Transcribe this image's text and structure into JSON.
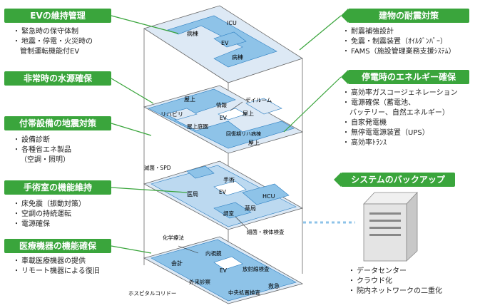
{
  "left_sections": [
    {
      "title": "EVの維持管理",
      "items": [
        "緊急時の保守体制",
        "地震・停電・火災時の",
        "管制運転機能付EV"
      ],
      "bullets": [
        true,
        true,
        false
      ]
    },
    {
      "title": "非常時の水源確保",
      "items": [],
      "bullets": []
    },
    {
      "title": "付帯設備の地震対策",
      "items": [
        "設備診断",
        "各種省エネ製品",
        "（空調・照明）"
      ],
      "bullets": [
        true,
        true,
        false
      ]
    },
    {
      "title": "手術室の機能維持",
      "items": [
        "床免震（振動対策）",
        "空調の持続運転",
        "電源確保"
      ],
      "bullets": [
        true,
        true,
        true
      ]
    },
    {
      "title": "医療機器の機能確保",
      "items": [
        "車載医療機器の提供",
        "リモート機器による復旧"
      ],
      "bullets": [
        true,
        true
      ]
    }
  ],
  "right_sections": [
    {
      "title": "建物の耐震対策",
      "items": [
        "耐震補強設計",
        "免震・制震装置（ｵｲﾙﾀﾞﾝﾊﾟｰ）",
        "FAMS（施設管理業務支援ｼｽﾃﾑ）"
      ],
      "bullets": [
        true,
        true,
        true
      ]
    },
    {
      "title": "停電時のエネルギー確保",
      "items": [
        "高効率ガスコージェネレーション",
        "電源確保（蓄電池、",
        "バッテリー、自然エネルギー）",
        "自家発電機",
        "無停電電源装置（UPS）",
        "高効率ﾄﾗﾝｽ"
      ],
      "bullets": [
        true,
        true,
        false,
        true,
        true,
        true
      ]
    },
    {
      "title": "システムのバックアップ",
      "items": [
        "データセンター",
        "クラウド化",
        "院内ネットワークの二重化"
      ],
      "bullets": [
        true,
        true,
        true
      ]
    }
  ],
  "floors": {
    "top": [
      "ICU",
      "病棟",
      "EV",
      "病棟"
    ],
    "third": [
      "屋上",
      "情報",
      "デイルーム",
      "リハビリ",
      "EV",
      "屋上",
      "屋上庭園",
      "回復期リハ病棟",
      "屋上"
    ],
    "second": [
      "滅菌・SPD",
      "手術",
      "医局",
      "EV",
      "HCU",
      "薬局",
      "調室",
      "細菌・検体検査"
    ],
    "ground": [
      "化学療法",
      "内視鏡",
      "会計",
      "EV",
      "放射線検査",
      "外来診察",
      "救急",
      "ホスピタルコリドー",
      "中央処置検査"
    ]
  },
  "colors": {
    "accent": "#3aa53c",
    "floor": "#bcd9f0",
    "room": "#8ec3e8",
    "outline": "#2a7dc0"
  }
}
